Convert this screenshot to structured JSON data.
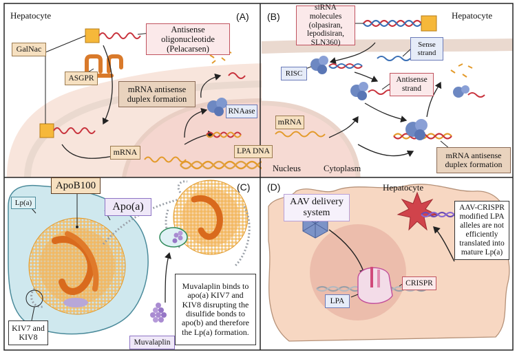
{
  "panelA": {
    "letter": "(A)",
    "hepatocyte": "Hepatocyte",
    "galnac": "GalNac",
    "asgpr": "ASGPR",
    "antisense_oligo": "Antisense oligonucleotide (Pelacarsen)",
    "mrna_antisense_duplex": "mRNA antisense duplex formation",
    "rnaase": "RNAase",
    "mrna": "mRNA",
    "lpa_dna": "LPA DNA",
    "nucleus": "Nucleus"
  },
  "panelB": {
    "letter": "(B)",
    "hepatocyte": "Hepatocyte",
    "sirna": "siRNA molecules (olpasiran, lepodisiran, SLN360)",
    "sense_strand": "Sense strand",
    "risc": "RISC",
    "antisense_strand": "Antisense strand",
    "mrna": "mRNA",
    "cytoplasm": "Cytoplasm",
    "mrna_antisense_duplex": "mRNA antisense duplex formation"
  },
  "panelC": {
    "letter": "(C)",
    "apob100": "ApoB100",
    "apoa": "Apo(a)",
    "lpa": "Lp(a)",
    "kiv": "KIV7 and KIV8",
    "muvalaplin_desc": "Muvalaplin binds to apo(a) KIV7 and KIV8 disrupting the disulfide bonds to apo(b) and therefore the Lp(a) formation.",
    "muvalaplin": "Muvalaplin"
  },
  "panelD": {
    "letter": "(D)",
    "hepatocyte": "Hepatocyte",
    "aav": "AAV delivery system",
    "crispr_desc": "AAV-CRISPR modified LPA alleles are not efficiently translated into mature Lp(a)",
    "crispr": "CRISPR",
    "lpa": "LPA"
  },
  "colors": {
    "cell_pink": "#f9e2dc",
    "nucleus_pink": "#f6d7d2",
    "membrane": "#ead9cf",
    "rna_red": "#c8323c",
    "rna_orange": "#e39a2a",
    "rna_blue": "#3a6fb5",
    "risc_blue": "#6d88c2",
    "lipoprotein_orange": "#e88a2e",
    "lpa_cell": "#cfe8ee",
    "muvalaplin_purple": "#a98bd1",
    "aav_blue": "#7c93c7",
    "star_red": "#d0434b"
  }
}
